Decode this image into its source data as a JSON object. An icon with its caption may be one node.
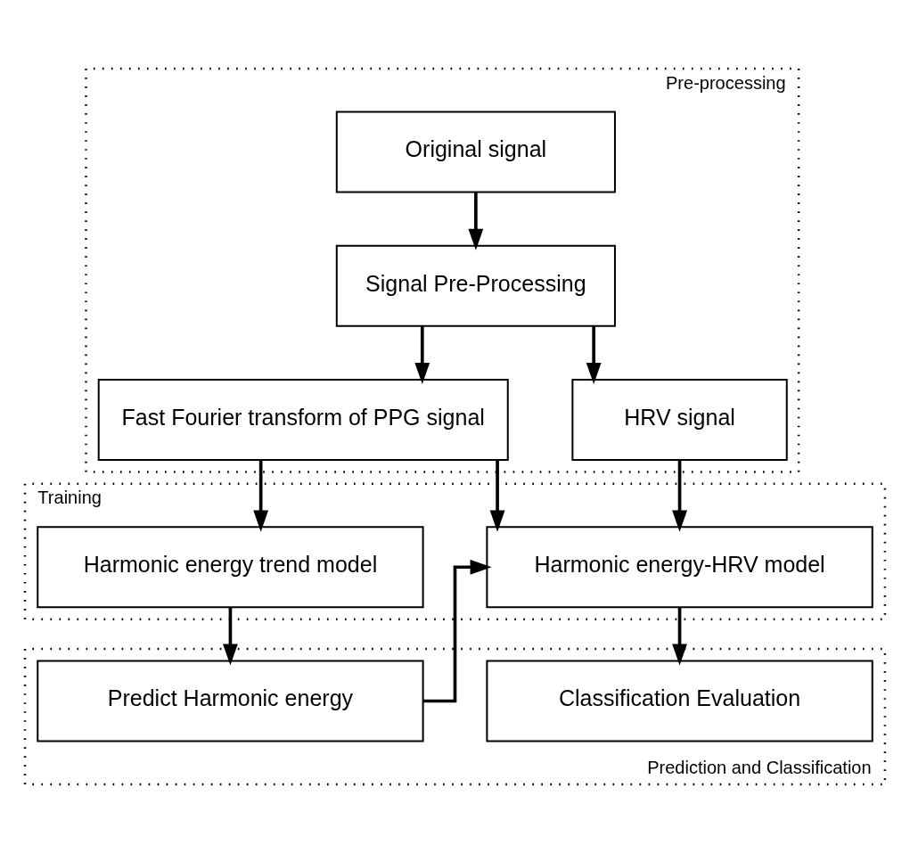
{
  "diagram": {
    "nodes": [
      {
        "text": [
          "Pre-processing"
        ]
      },
      {
        "text": [
          "Original signal"
        ],
        "in": 0
      },
      {
        "text": [
          "Signal Pre-Processing"
        ],
        "in": 0
      },
      {
        "text": [
          "Fast Fourier transform of PPG signal"
        ],
        "in": 0
      },
      {
        "text": [
          "HRV signal"
        ],
        "in": 0
      },
      {
        "text": [
          "Training"
        ]
      },
      {
        "text": [
          "Harmonic energy trend model"
        ],
        "in": 5
      },
      {
        "text": [
          "Harmonic energy-HRV model"
        ],
        "in": 5
      },
      {
        "text": [
          "Prediction and Classification"
        ]
      },
      {
        "text": [
          "Predict Harmonic energy"
        ],
        "in": 8
      },
      {
        "text": [
          "Classification Evaluation"
        ],
        "in": 8
      }
    ],
    "edges": [
      {
        "from": 1,
        "to": 2,
        "arrow": "to"
      },
      {
        "from": 2,
        "to": 3,
        "arrow": "to"
      },
      {
        "from": 2,
        "to": 4,
        "arrow": "to"
      },
      {
        "from": 3,
        "to": 6,
        "arrow": "to"
      },
      {
        "from": 3,
        "to": 7,
        "arrow": "to"
      },
      {
        "from": 4,
        "to": 7,
        "arrow": "to"
      },
      {
        "from": 6,
        "to": 9,
        "arrow": "to"
      },
      {
        "from": 9,
        "to": 7,
        "arrow": "to"
      },
      {
        "from": 7,
        "to": 10,
        "arrow": "to"
      }
    ]
  }
}
